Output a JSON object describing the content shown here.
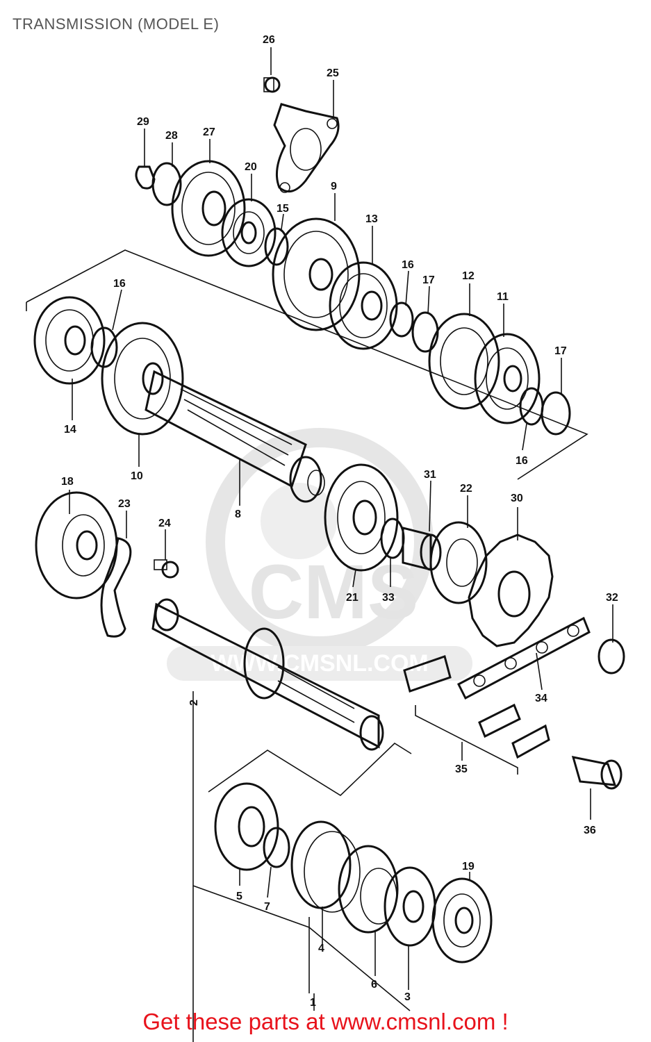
{
  "title": "TRANSMISSION (MODEL E)",
  "footer": "Get these parts at www.cmsnl.com !",
  "watermark": {
    "brand": "CMS",
    "url": "WWW.CMSNL.COM"
  },
  "colors": {
    "ink": "#111111",
    "title": "#555555",
    "footer": "#e8121b",
    "watermark": "#e6e6e6"
  },
  "callouts": [
    {
      "id": "c26",
      "label": "26"
    },
    {
      "id": "c25",
      "label": "25"
    },
    {
      "id": "c29",
      "label": "29"
    },
    {
      "id": "c28",
      "label": "28"
    },
    {
      "id": "c27",
      "label": "27"
    },
    {
      "id": "c20",
      "label": "20"
    },
    {
      "id": "c9",
      "label": "9"
    },
    {
      "id": "c15",
      "label": "15"
    },
    {
      "id": "c13",
      "label": "13"
    },
    {
      "id": "c16a",
      "label": "16"
    },
    {
      "id": "c17a",
      "label": "17"
    },
    {
      "id": "c12",
      "label": "12"
    },
    {
      "id": "c11",
      "label": "11"
    },
    {
      "id": "c16b",
      "label": "16"
    },
    {
      "id": "c17b",
      "label": "17"
    },
    {
      "id": "c16c",
      "label": "16"
    },
    {
      "id": "c14",
      "label": "14"
    },
    {
      "id": "c10",
      "label": "10"
    },
    {
      "id": "c8",
      "label": "8"
    },
    {
      "id": "c18",
      "label": "18"
    },
    {
      "id": "c23",
      "label": "23"
    },
    {
      "id": "c24",
      "label": "24"
    },
    {
      "id": "c31",
      "label": "31"
    },
    {
      "id": "c22",
      "label": "22"
    },
    {
      "id": "c30",
      "label": "30"
    },
    {
      "id": "c21",
      "label": "21"
    },
    {
      "id": "c33",
      "label": "33"
    },
    {
      "id": "c32",
      "label": "32"
    },
    {
      "id": "c34",
      "label": "34"
    },
    {
      "id": "c35",
      "label": "35"
    },
    {
      "id": "c36",
      "label": "36"
    },
    {
      "id": "c2",
      "label": "2"
    },
    {
      "id": "c5",
      "label": "5"
    },
    {
      "id": "c7",
      "label": "7"
    },
    {
      "id": "c19",
      "label": "19"
    },
    {
      "id": "c4",
      "label": "4"
    },
    {
      "id": "c6",
      "label": "6"
    },
    {
      "id": "c3",
      "label": "3"
    },
    {
      "id": "c1",
      "label": "1"
    }
  ]
}
